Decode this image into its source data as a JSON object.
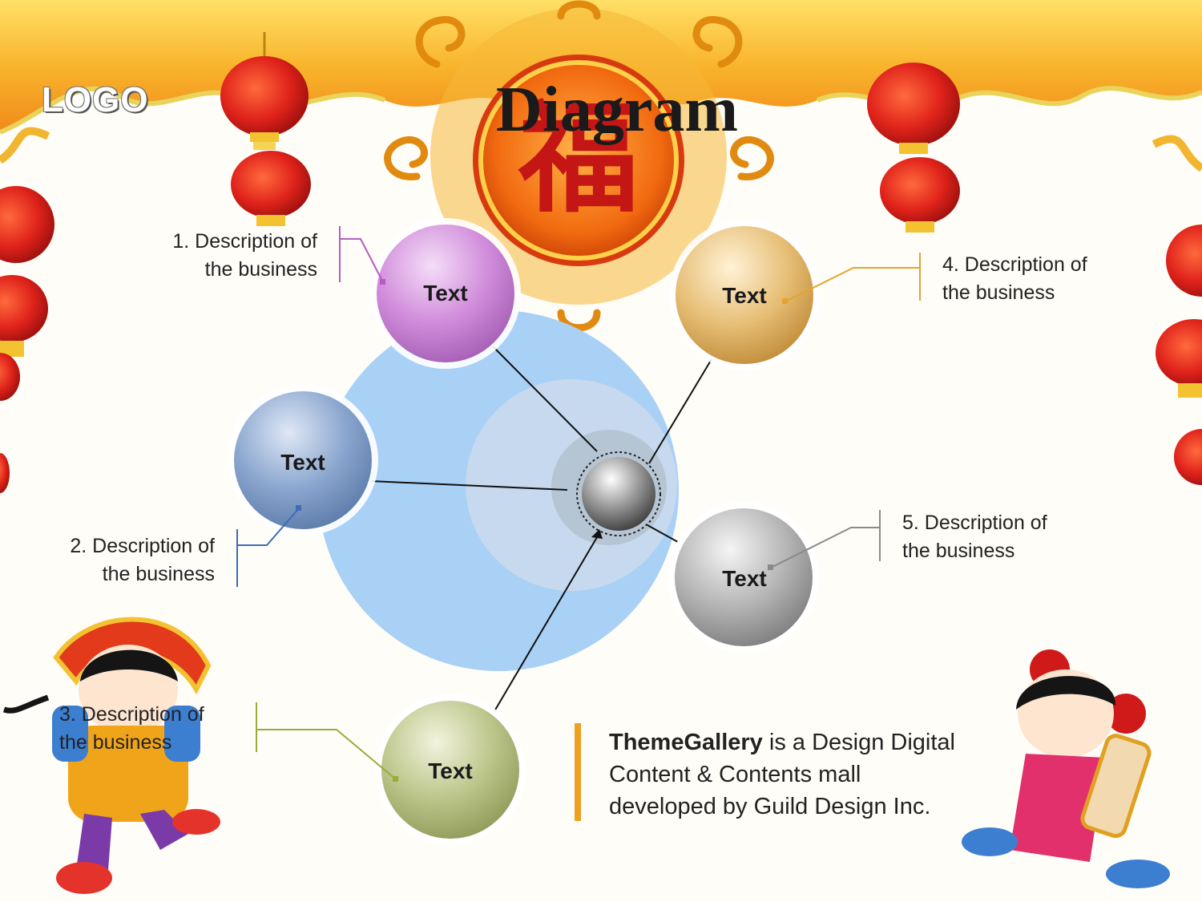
{
  "logo": "LOGO",
  "title": "Diagram",
  "nodes": [
    {
      "label": "Text",
      "description": "1. Description of the business",
      "desc_lines": [
        "1. Description of",
        "the business"
      ],
      "color": "#c987d6"
    },
    {
      "label": "Text",
      "description": "2. Description of the business",
      "desc_lines": [
        "2. Description of",
        "the business"
      ],
      "color": "#7f9fca"
    },
    {
      "label": "Text",
      "description": "3. Description of the business",
      "desc_lines": [
        "3. Description of",
        "the business"
      ],
      "color": "#b7c184"
    },
    {
      "label": "Text",
      "description": "4. Description of the business",
      "desc_lines": [
        "4. Description of",
        "the business"
      ],
      "color": "#e3b86d"
    },
    {
      "label": "Text",
      "description": "5. Description of the business",
      "desc_lines": [
        "5. Description of",
        "the business"
      ],
      "color": "#a8a8a8"
    }
  ],
  "note": {
    "brand": "ThemeGallery",
    "text_1": " is a Design Digital",
    "text_2": "Content & Contents mall",
    "text_3": "developed by Guild Design Inc.",
    "accent_color": "#f0a020"
  },
  "colors": {
    "banner_top": "#f7c52a",
    "banner_mid": "#f6a21d",
    "lantern_red": "#d8201a",
    "circle_blue": "#a9d0f5"
  }
}
